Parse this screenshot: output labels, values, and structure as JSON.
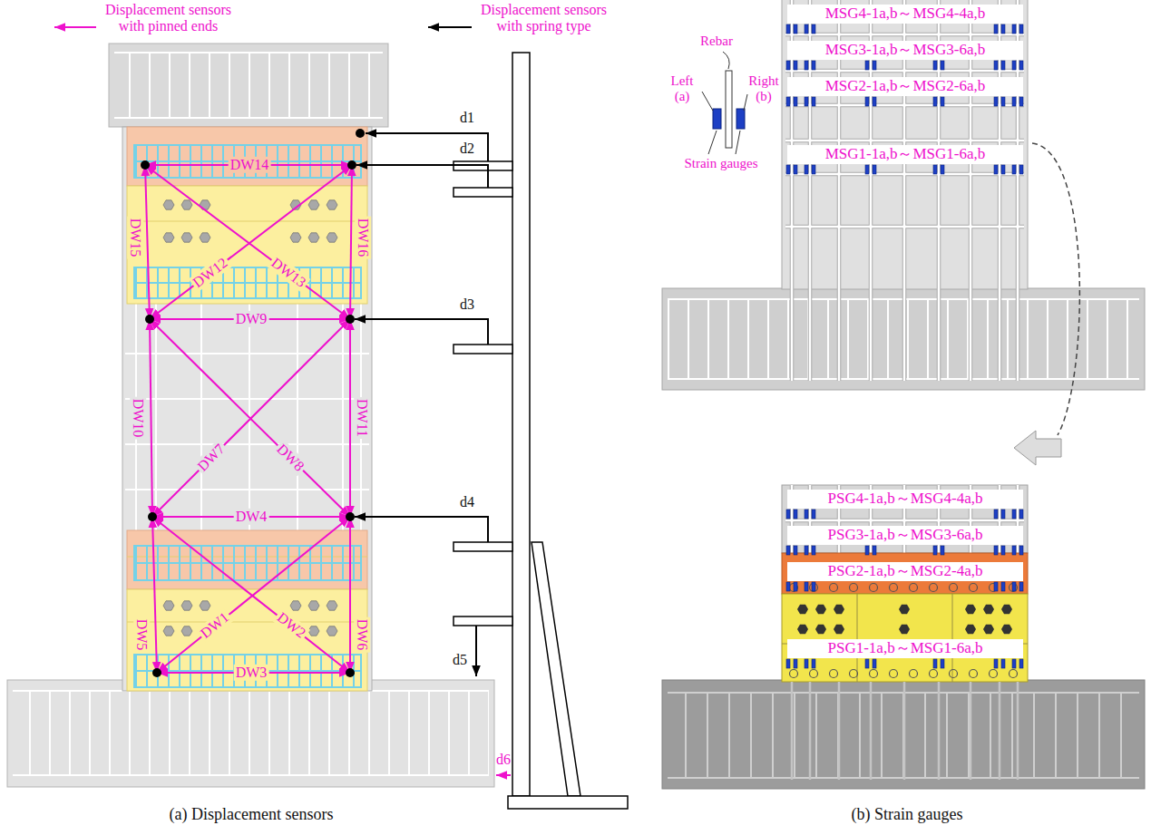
{
  "diagram": {
    "nodes": [
      {
        "text": [
          "MSG4-1a,b～MSG4-4a,b"
        ]
      },
      {
        "text": [
          "MSG3-1a,b～MSG3-6a,b"
        ]
      },
      {
        "text": [
          "MSG2-1a,b～MSG2-6a,b"
        ]
      },
      {
        "text": [
          "MSG1-1a,b～MSG1-6a,b"
        ]
      },
      {
        "text": [
          "PSG4-1a,b～MSG4-4a,b"
        ]
      },
      {
        "text": [
          "PSG3-1a,b～MSG3-6a,b"
        ]
      },
      {
        "text": [
          "PSG2-1a,b～MSG2-4a,b"
        ]
      },
      {
        "text": [
          "PSG1-1a,b～MSG1-6a,b"
        ]
      }
    ],
    "labels": [
      "DW1",
      "DW2",
      "DW3",
      "DW4",
      "DW5",
      "DW6",
      "DW7",
      "DW8",
      "DW9",
      "DW10",
      "DW11",
      "DW12",
      "DW13",
      "DW14",
      "DW15",
      "DW16",
      "d1",
      "d2",
      "d3",
      "d4",
      "d5",
      "d6",
      "Rebar",
      "Left (a)",
      "Right (b)",
      "Strain gauges",
      "(a) Displacement sensors",
      "(b) Strain gauges"
    ],
    "legend": [
      {
        "text": "Displacement sensors with pinned ends"
      },
      {
        "text": "Displacement sensors with spring type"
      }
    ]
  }
}
